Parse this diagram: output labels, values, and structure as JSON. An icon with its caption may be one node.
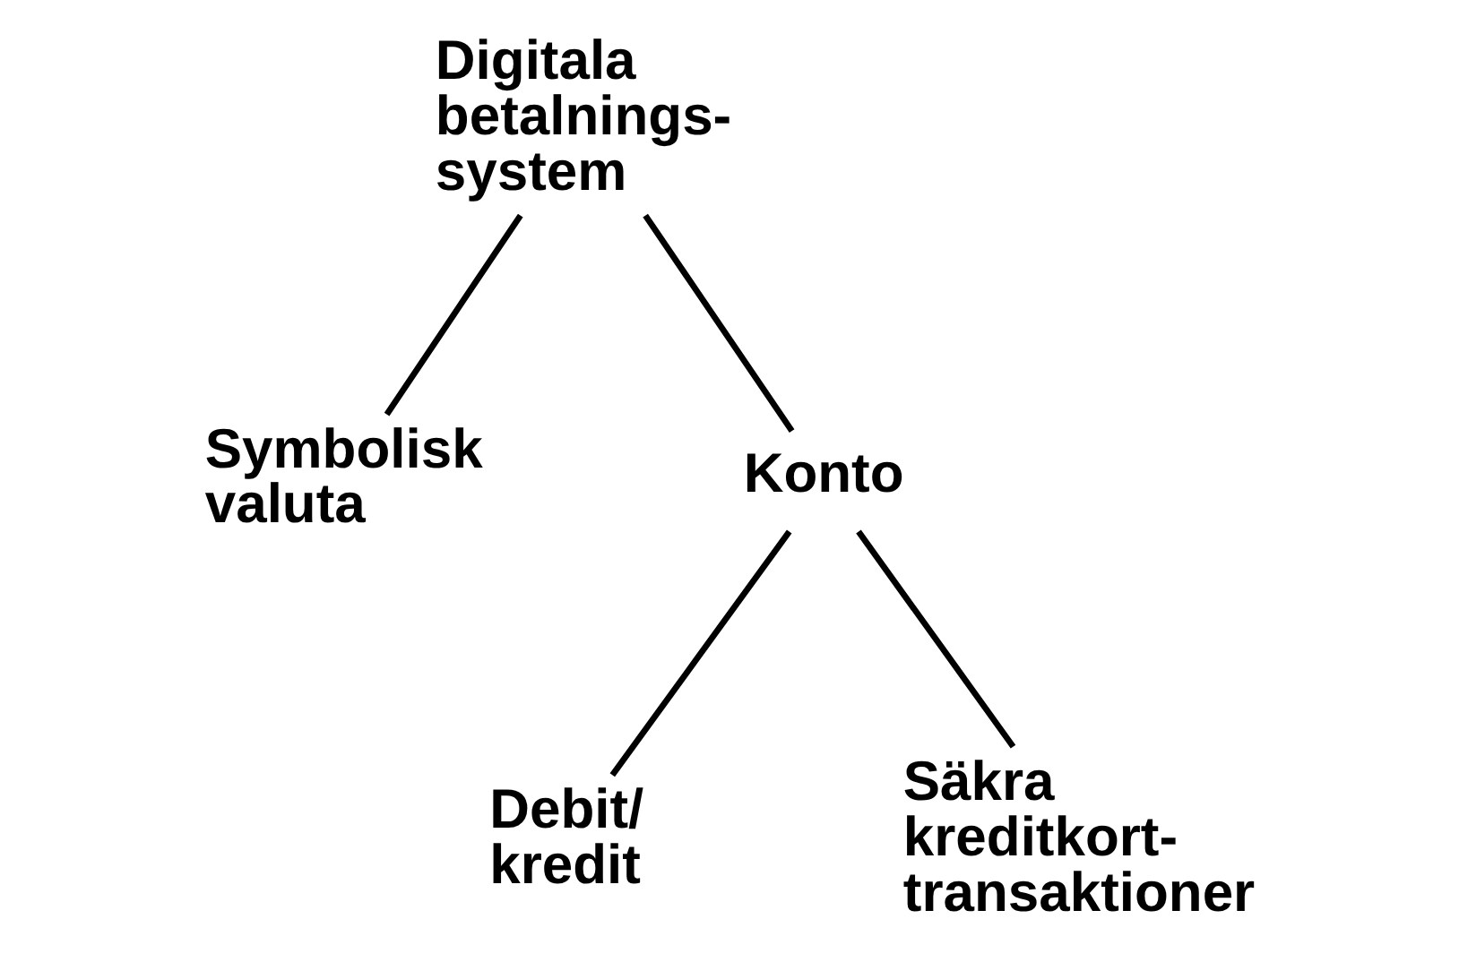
{
  "diagram": {
    "nodes": [
      {
        "text": [
          "Digitala betalnings- system"
        ]
      },
      {
        "text": [
          "Symbolisk valuta"
        ]
      },
      {
        "text": [
          "Konto"
        ]
      },
      {
        "text": [
          "Debit/ kredit"
        ]
      },
      {
        "text": [
          "Säkra kreditkort- transaktioner"
        ]
      }
    ],
    "edges": [
      {
        "from": 0,
        "to": 1,
        "arrow": "none"
      },
      {
        "from": 0,
        "to": 2,
        "arrow": "none"
      },
      {
        "from": 2,
        "to": 3,
        "arrow": "none"
      },
      {
        "from": 2,
        "to": 4,
        "arrow": "none"
      }
    ]
  }
}
